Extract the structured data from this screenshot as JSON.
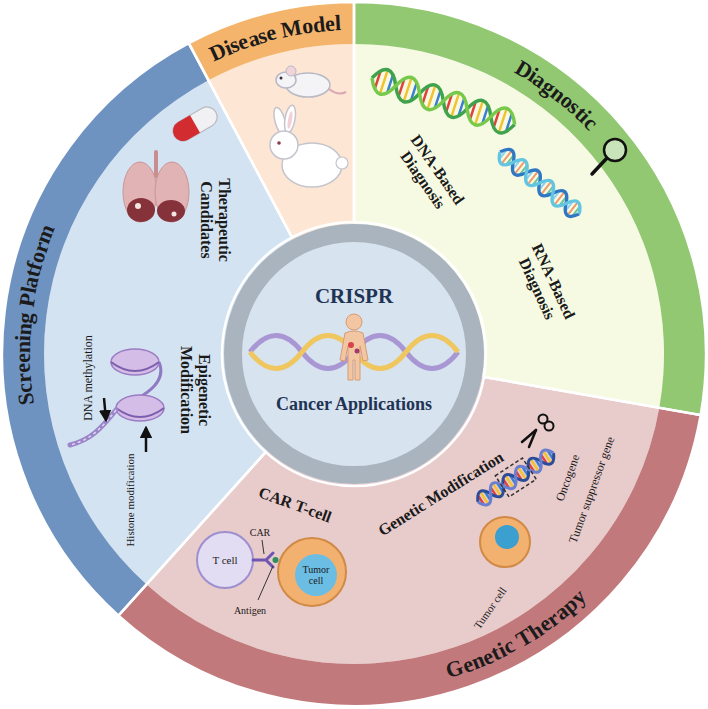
{
  "diagram": {
    "nodes": [
      {
        "text": [
          "CRISPR",
          "Cancer Applications"
        ]
      },
      {
        "text": [
          "Screening Platform"
        ]
      },
      {
        "text": [
          "Disease Model"
        ]
      },
      {
        "text": [
          "Diagnostic"
        ]
      },
      {
        "text": [
          "Genetic Therapy"
        ]
      }
    ],
    "labels": [
      "Therapeutic Candidates",
      "Epigenetic Modification",
      "DNA methylation",
      "Histone modification",
      "DNA-Based Diagnosis",
      "RNA-Based Diagnosis",
      "CAR T-cell",
      "Genetic Modification",
      "Oncogene",
      "Tumor suppressor gene",
      "Tumor cell",
      "T cell",
      "CAR",
      "Antigen",
      "Tumor cell"
    ]
  }
}
